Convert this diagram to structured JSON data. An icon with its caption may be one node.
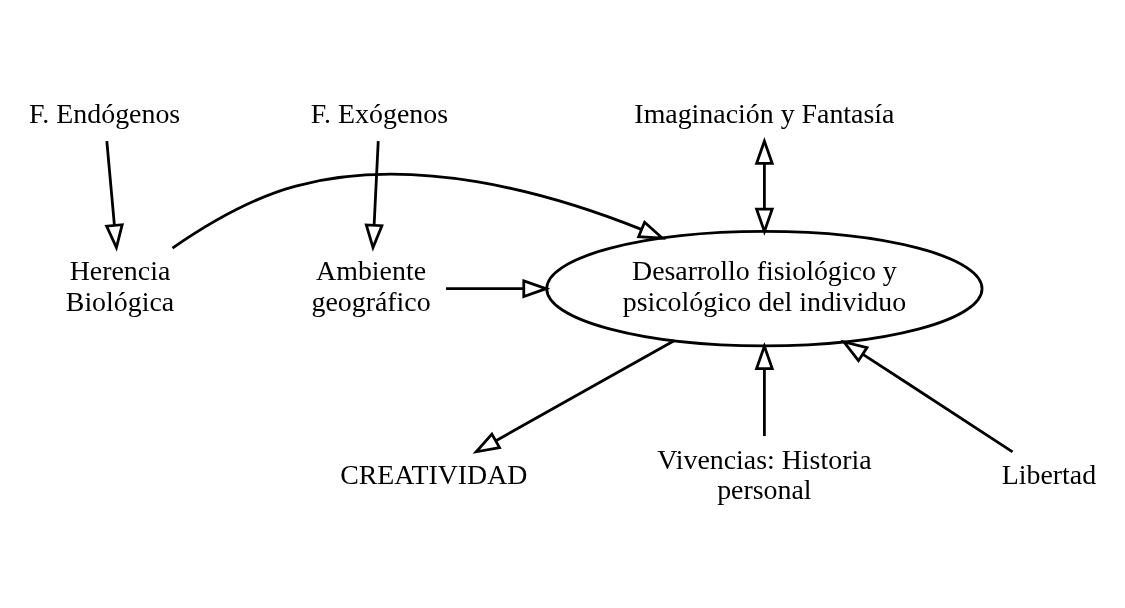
{
  "diagram": {
    "nodes": [
      {
        "text": [
          "F. Endógenos"
        ]
      },
      {
        "text": [
          "Imaginación y Fantasía"
        ]
      },
      {
        "text": [
          "F. Exógenos"
        ]
      },
      {
        "text": [
          "Herencia Biológica"
        ]
      },
      {
        "text": [
          "Desarrollo fisiológico y psicológico del individuo"
        ]
      },
      {
        "text": [
          "Ambiente geográfico"
        ]
      },
      {
        "text": [
          "Vivencias: Historia personal"
        ]
      },
      {
        "text": [
          "CREATIVIDAD"
        ]
      },
      {
        "text": [
          "Libertad"
        ]
      }
    ],
    "edges": [
      {
        "from": 0,
        "to": 3,
        "arrow": "to"
      },
      {
        "from": 1,
        "to": 4,
        "arrow": "both"
      },
      {
        "from": 2,
        "to": 5,
        "arrow": "to"
      },
      {
        "from": 3,
        "to": 4,
        "arrow": "to"
      },
      {
        "from": 5,
        "to": 4,
        "arrow": "to"
      },
      {
        "from": 6,
        "to": 4,
        "arrow": "to"
      },
      {
        "from": 4,
        "to": 7,
        "arrow": "to"
      },
      {
        "from": 8,
        "to": 4,
        "arrow": "to"
      }
    ]
  }
}
